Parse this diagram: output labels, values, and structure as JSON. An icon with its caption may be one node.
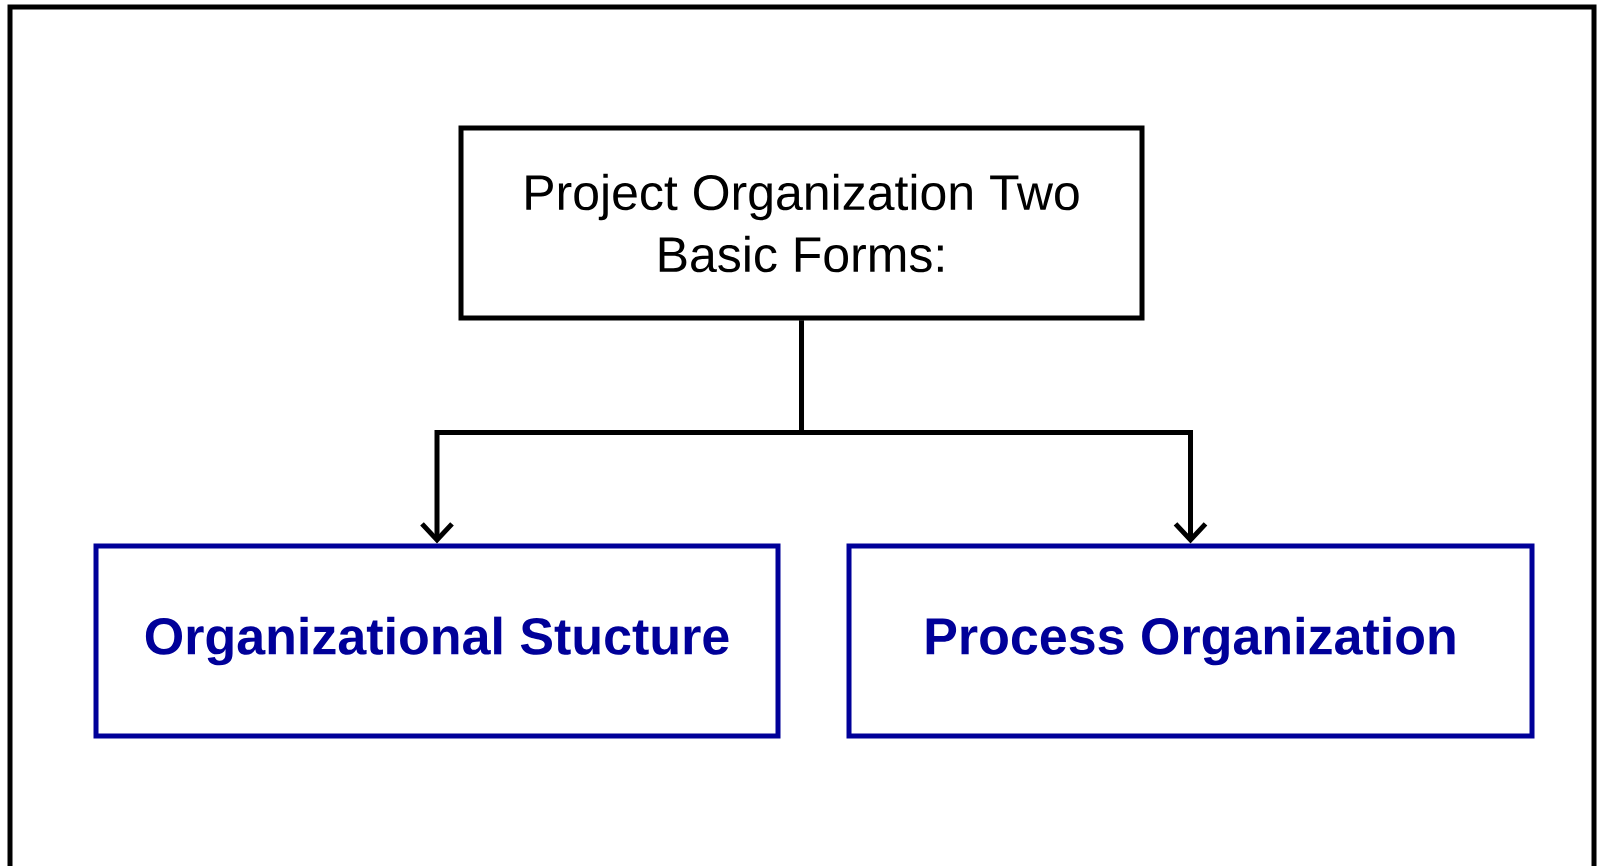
{
  "diagram": {
    "nodes": [
      {
        "text": [
          "Project Organization Two Basic Forms:"
        ]
      },
      {
        "text": [
          "Organizational Stucture"
        ]
      },
      {
        "text": [
          "Process Organization"
        ]
      }
    ],
    "edges": [
      {
        "from": 0,
        "to": 1,
        "arrow": "to"
      },
      {
        "from": 0,
        "to": 2,
        "arrow": "to"
      }
    ]
  }
}
